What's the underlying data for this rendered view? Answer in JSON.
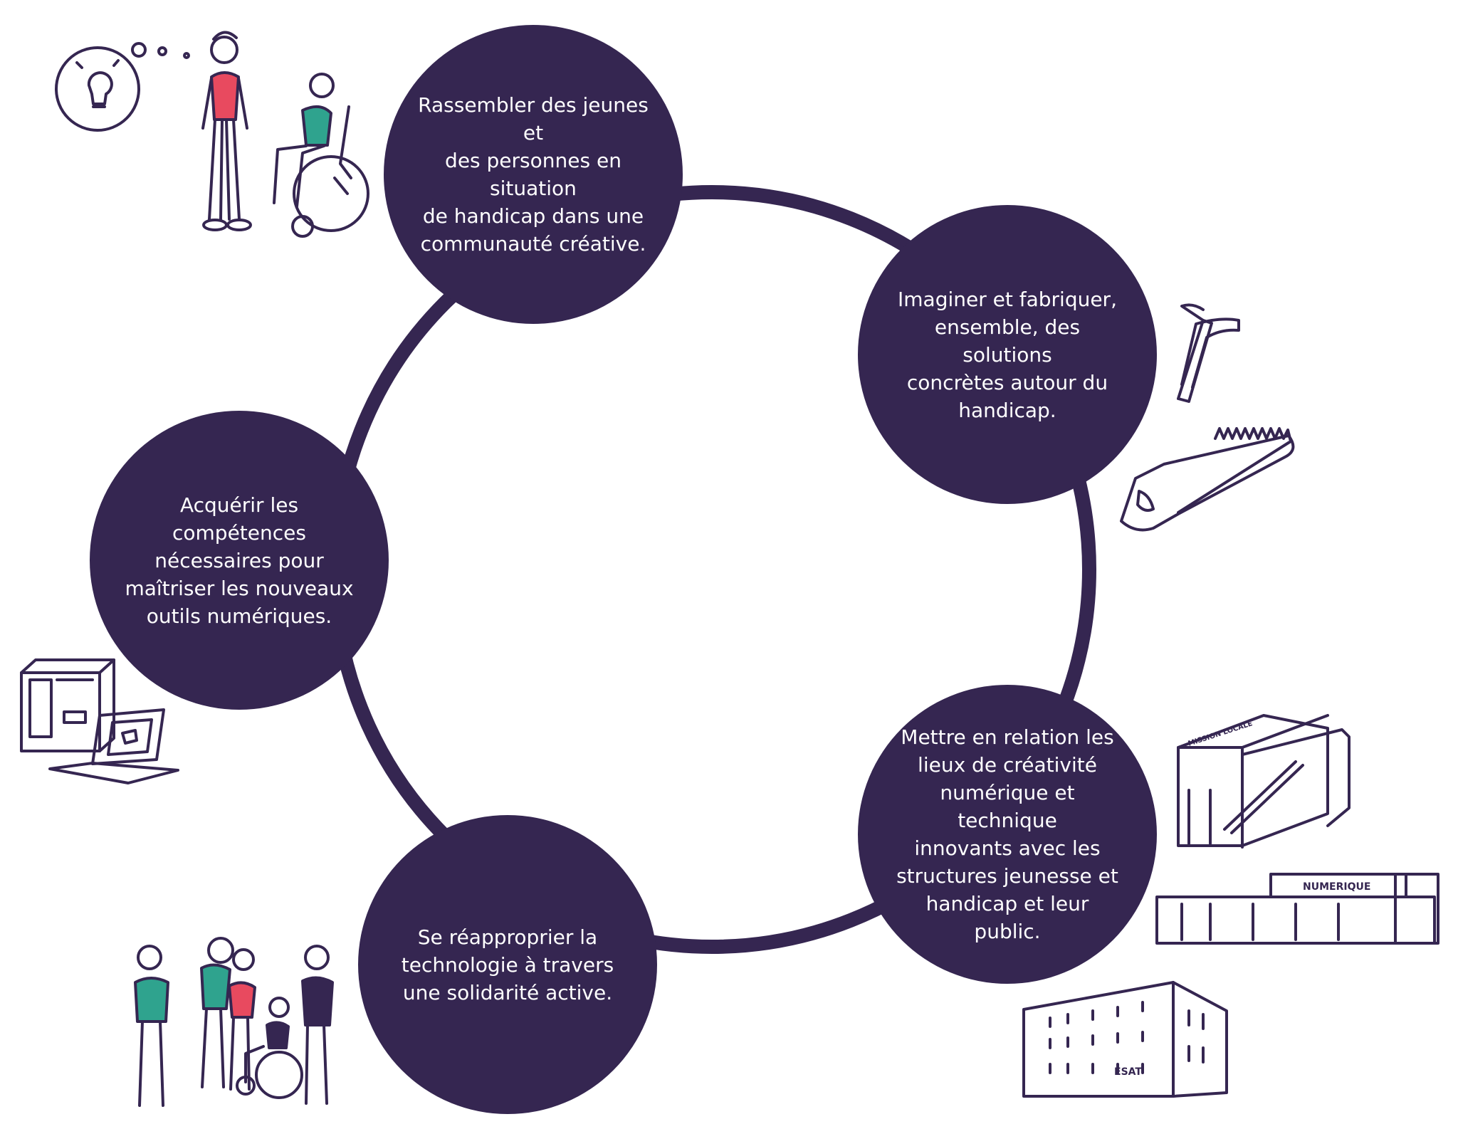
{
  "colors": {
    "node_fill": "#352651",
    "ring": "#352651",
    "text": "#ffffff",
    "accent_red": "#e84a5f",
    "accent_teal": "#2fa38e"
  },
  "nodes": [
    {
      "id": "top",
      "text": "Rassembler des jeunes et\ndes personnes en situation\nde handicap dans une\ncommunauté créative."
    },
    {
      "id": "right",
      "text": "Imaginer et fabriquer,\nensemble, des solutions\nconcrètes autour du\nhandicap."
    },
    {
      "id": "bottom-right",
      "text": "Mettre en relation les\nlieux de créativité\nnumérique et technique\ninnovants avec les\nstructures jeunesse et\nhandicap et leur public."
    },
    {
      "id": "bottom-left",
      "text": "Se réapproprier la\ntechnologie à travers\nune solidarité active."
    },
    {
      "id": "left",
      "text": "Acquérir les\ncompétences\nnécessaires pour\nmaîtriser les nouveaux\noutils numériques."
    }
  ],
  "illustrations": [
    {
      "name": "people-idea-wheelchair-illustration",
      "icon": "lightbulb-icon"
    },
    {
      "name": "hammer-saw-illustration",
      "icon": "hammer-saw-icon"
    },
    {
      "name": "printer-laptop-illustration",
      "icon": "3d-printer-icon"
    },
    {
      "name": "group-wheelchair-illustration",
      "icon": "group-icon"
    },
    {
      "name": "buildings-illustration",
      "icon": "building-icon",
      "labels": {
        "mission_locale": "MISSION LOCALE",
        "numerique": "NUMERIQUE",
        "esat": "ESAT"
      }
    }
  ]
}
